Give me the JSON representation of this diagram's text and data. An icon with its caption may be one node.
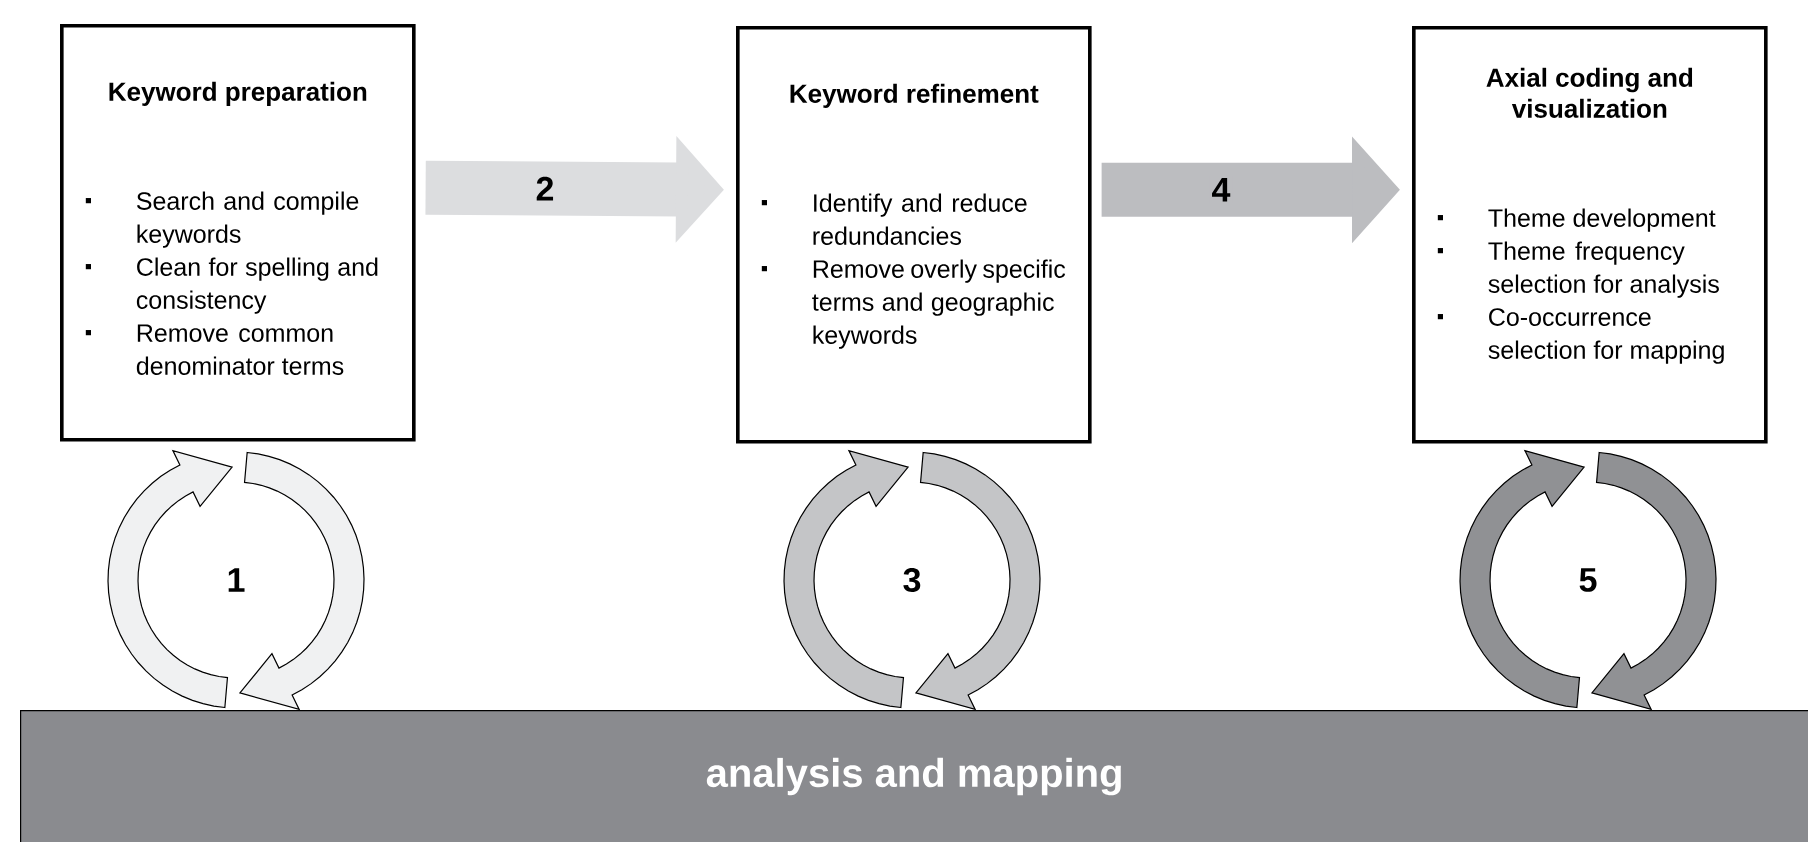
{
  "diagram": {
    "nodes": [
      {
        "text": [
          "Keyword preparation",
          "Search and compile keywords",
          "Clean for spelling and consistency",
          "Remove common denominator terms"
        ]
      },
      {
        "text": [
          "Keyword refinement",
          "Identify and reduce redundancies",
          "Remove overly specific terms and geographic keywords"
        ]
      },
      {
        "text": [
          "Axial coding and visualization",
          "Theme development",
          "Theme frequency selection for analysis",
          "Co-occurrence selection for mapping"
        ]
      },
      {
        "text": [
          "analysis and mapping"
        ]
      }
    ],
    "edges": [
      {
        "from": 0,
        "to": 1,
        "arrow": "to",
        "label": "2",
        "color": "#dcdddf"
      },
      {
        "from": 1,
        "to": 2,
        "arrow": "to",
        "label": "4",
        "color": "#bcbdc0"
      }
    ],
    "labels": [
      "1",
      "3",
      "5"
    ]
  }
}
